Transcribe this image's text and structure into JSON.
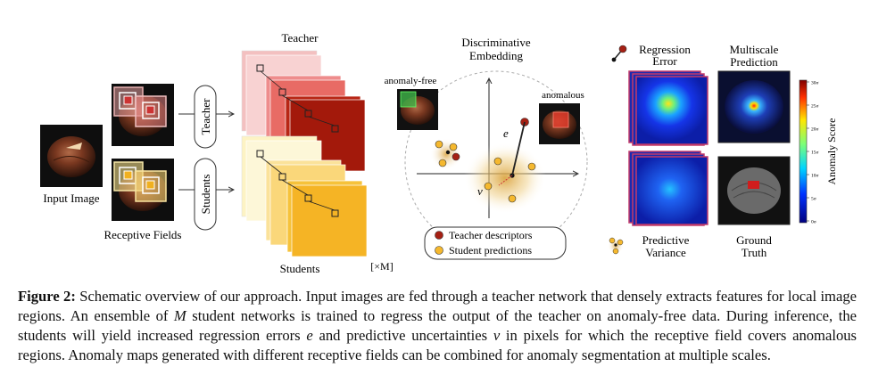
{
  "figure": {
    "input_label": "Input Image",
    "receptive_label": "Receptive Fields",
    "teacher_button": "Teacher",
    "students_button": "Students",
    "teacher_title": "Teacher",
    "students_title": "Students",
    "ensemble_label": "[×M]",
    "embedding_title_1": "Discriminative",
    "embedding_title_2": "Embedding",
    "anomaly_free_label": "anomaly-free",
    "anomalous_label": "anomalous",
    "e_label": "e",
    "v_label": "v",
    "legend_teacher": "Teacher descriptors",
    "legend_student": "Student predictions",
    "regression_error_1": "Regression",
    "regression_error_2": "Error",
    "multiscale_1": "Multiscale",
    "multiscale_2": "Prediction",
    "predictive_variance_1": "Predictive",
    "predictive_variance_2": "Variance",
    "ground_truth_1": "Ground",
    "ground_truth_2": "Truth",
    "colorbar_title": "Anomaly Score",
    "colorbar_ticks": [
      "30σ",
      "25σ",
      "20σ",
      "15σ",
      "10σ",
      "5σ",
      "0σ"
    ],
    "colors": {
      "teacher_light": "#f4c2c2",
      "teacher_dark": "#a31a0c",
      "student_light": "#fdf5c8",
      "student_dark": "#f7b425",
      "teacher_point": "#a52014",
      "student_point": "#f5b82e"
    }
  },
  "caption": {
    "label": "Figure 2:",
    "text_1": " Schematic overview of our approach.  Input images are fed through a teacher network that densely extracts features for local image regions. An ensemble of ",
    "M": "M",
    "text_2": " student networks is trained to regress the output of the teacher on anomaly-free data. During inference, the students will yield increased regression errors ",
    "e": "e",
    "text_3": " and predictive uncertainties ",
    "v": "v",
    "text_4": " in pixels for which the receptive field covers anomalous regions. Anomaly maps generated with different receptive fields can be combined for anomaly segmentation at multiple scales."
  }
}
